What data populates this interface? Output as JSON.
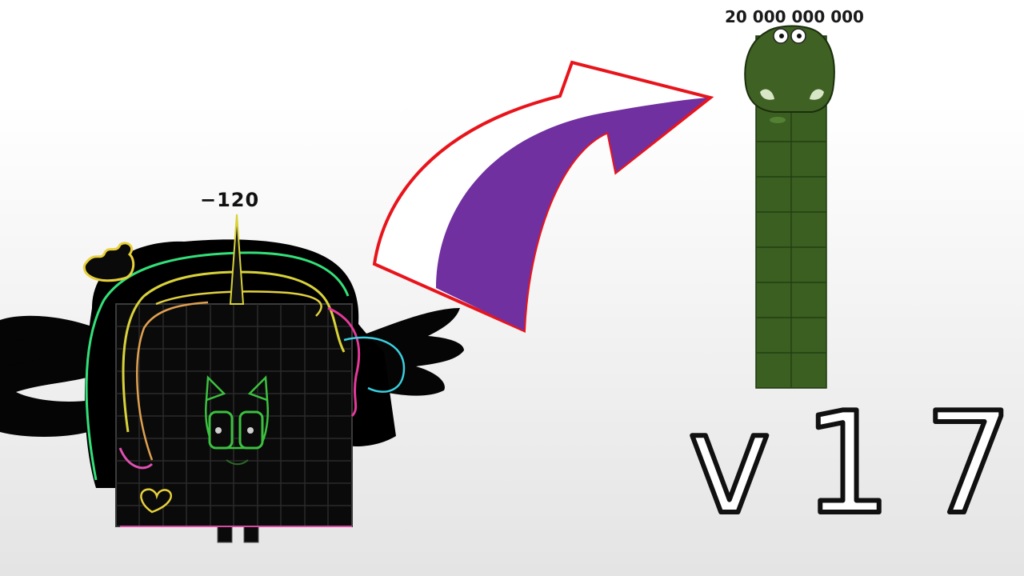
{
  "scene": {
    "left_character": {
      "number_label": "−120"
    },
    "right_character": {
      "number_label": "20 000 000 000"
    },
    "caption_text": "v17",
    "colors": {
      "arrow_fill": "#7030a0",
      "arrow_outline": "#e8141b",
      "column_green": "#3b5e21",
      "grid_line": "#1e3a10",
      "left_body": "#000000",
      "wing_black": "#050505"
    },
    "icons": [
      "crown-icon",
      "heart-icon",
      "horn-icon",
      "wing-icon",
      "eye-icon"
    ]
  }
}
